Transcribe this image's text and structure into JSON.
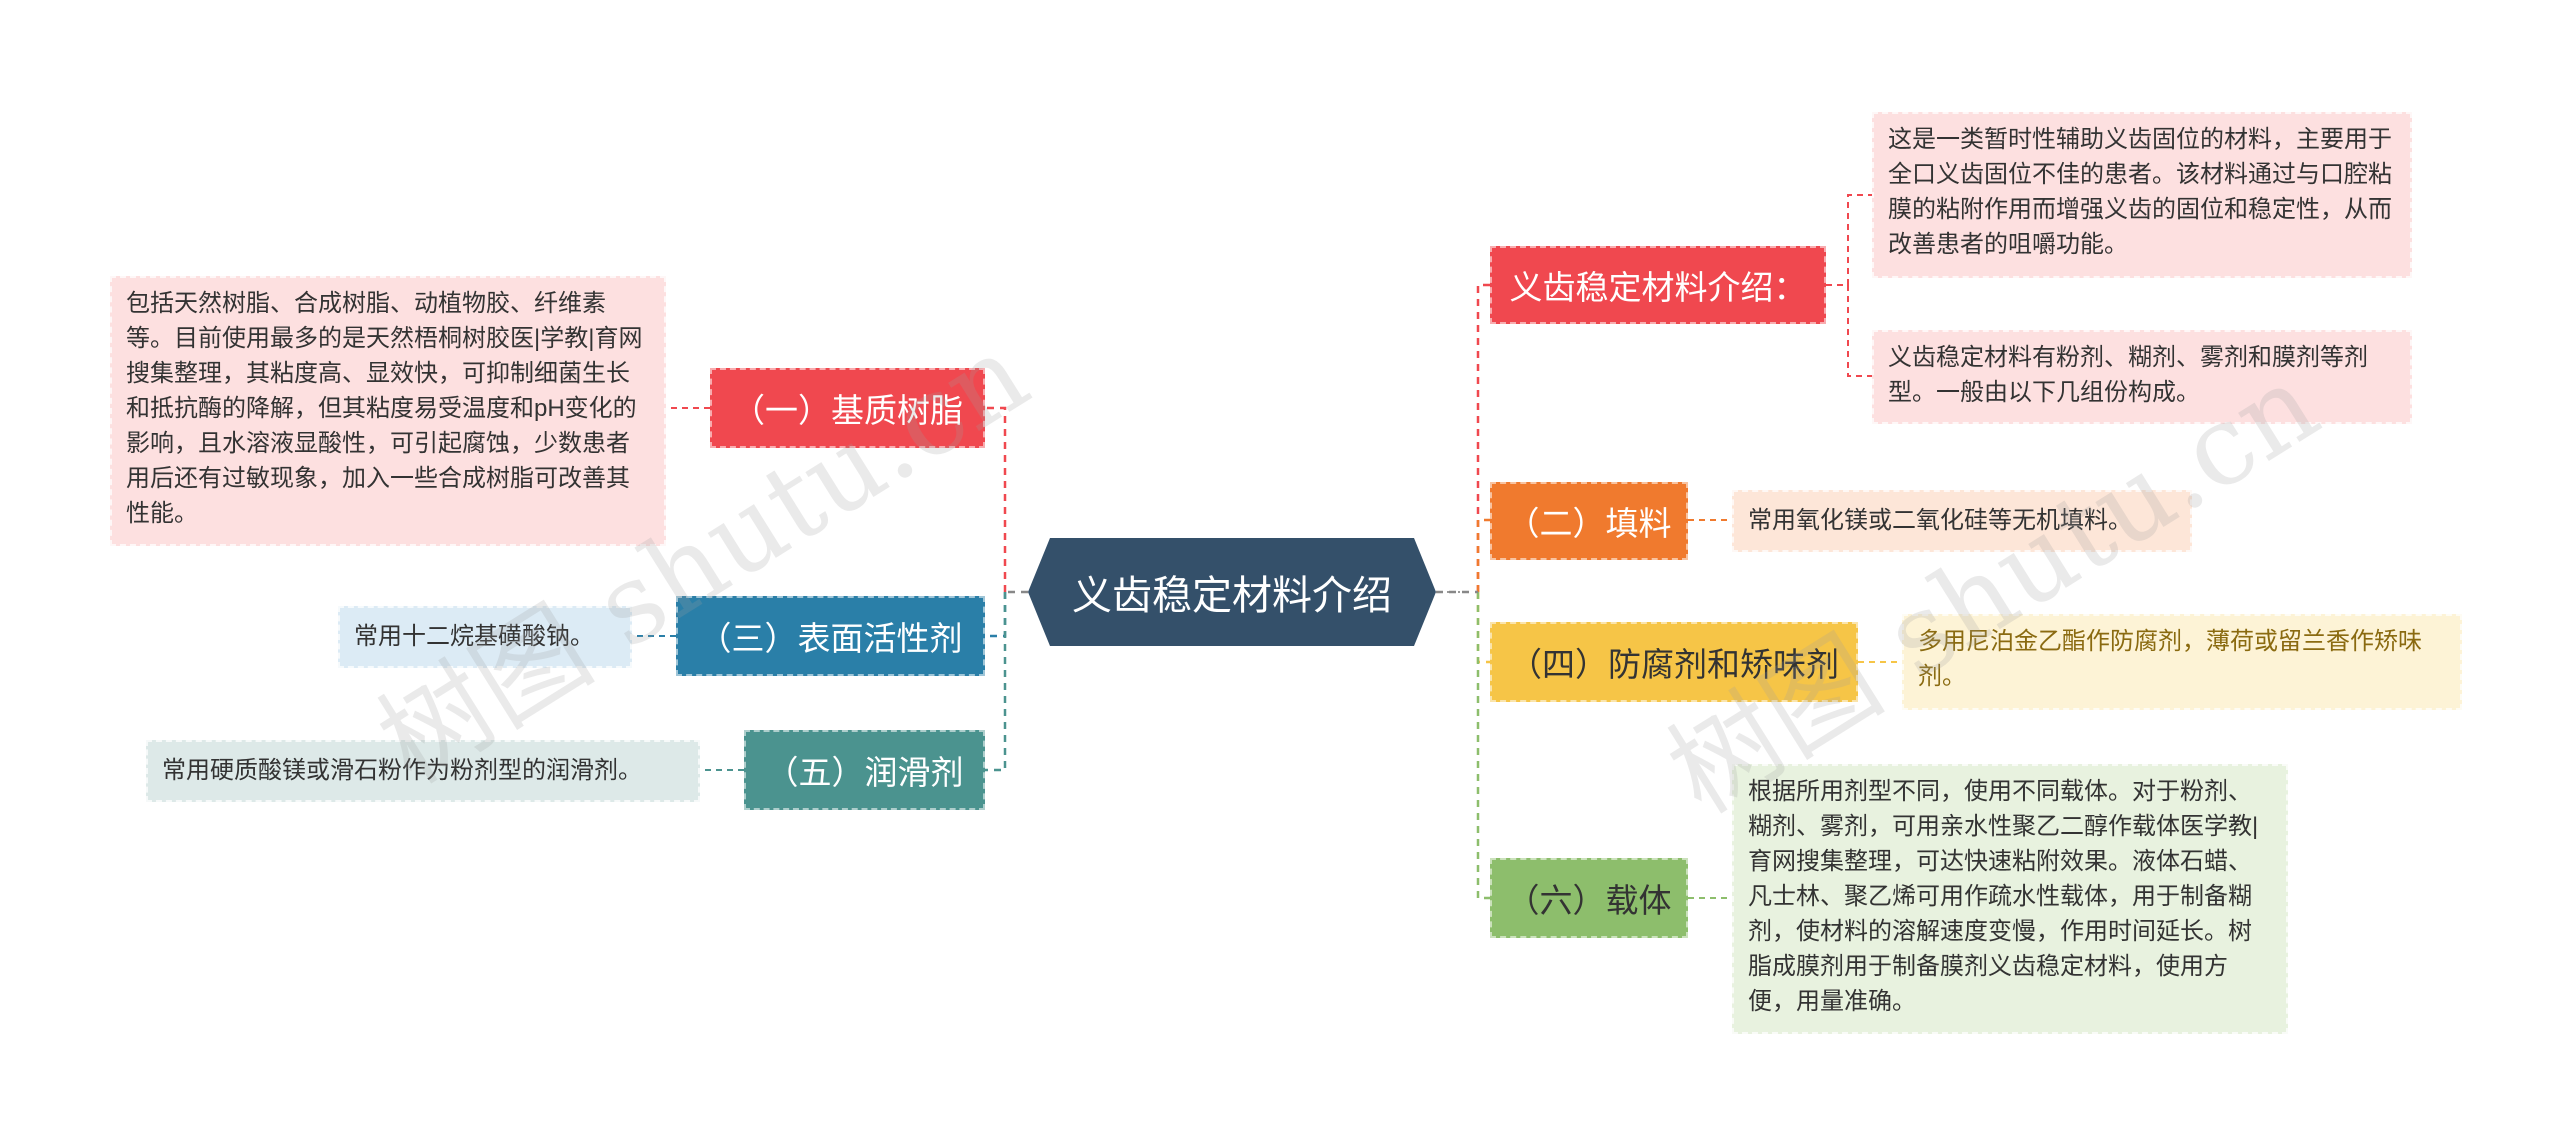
{
  "root": {
    "label": "义齿稳定材料介绍"
  },
  "right": {
    "intro": {
      "label": "义齿稳定材料介绍：",
      "notes": [
        "这是一类暂时性辅助义齿固位的材料，主要用于全口义齿固位不佳的患者。该材料通过与口腔粘膜的粘附作用而增强义齿的固位和稳定性，从而改善患者的咀嚼功能。",
        "义齿稳定材料有粉剂、糊剂、雾剂和膜剂等剂型。一般由以下几组份构成。"
      ]
    },
    "filler": {
      "label": "（二）填料",
      "note": "常用氧化镁或二氧化硅等无机填料。"
    },
    "preservative": {
      "label": "（四）防腐剂和矫味剂",
      "note": "多用尼泊金乙酯作防腐剂，薄荷或留兰香作矫味剂。"
    },
    "carrier": {
      "label": "（六）载体",
      "note": "根据所用剂型不同，使用不同载体。对于粉剂、糊剂、雾剂，可用亲水性聚乙二醇作载体医学教|育网搜集整理，可达快速粘附效果。液体石蜡、凡士林、聚乙烯可用作疏水性载体，用于制备糊剂，使材料的溶解速度变慢，作用时间延长。树脂成膜剂用于制备膜剂义齿稳定材料，使用方便，用量准确。"
    }
  },
  "left": {
    "resin": {
      "label": "（一）基质树脂",
      "note": "包括天然树脂、合成树脂、动植物胶、纤维素等。目前使用最多的是天然梧桐树胶医|学教|育网搜集整理，其粘度高、显效快，可抑制细菌生长和抵抗酶的降解，但其粘度易受温度和pH变化的影响，且水溶液显酸性，可引起腐蚀，少数患者用后还有过敏现象，加入一些合成树脂可改善其性能。"
    },
    "surfactant": {
      "label": "（三）表面活性剂",
      "note": "常用十二烷基磺酸钠。"
    },
    "lubricant": {
      "label": "（五）润滑剂",
      "note": "常用硬质酸镁或滑石粉作为粉剂型的润滑剂。"
    }
  },
  "watermark": "树图 shutu.cn",
  "colors": {
    "root": "#34506a",
    "intro": "#f0484f",
    "filler": "#f07a2e",
    "preservative": "#f6c547",
    "carrier": "#8dbe6c",
    "resin": "#f0484f",
    "surfactant": "#2a7fa8",
    "lubricant": "#4b938f"
  }
}
